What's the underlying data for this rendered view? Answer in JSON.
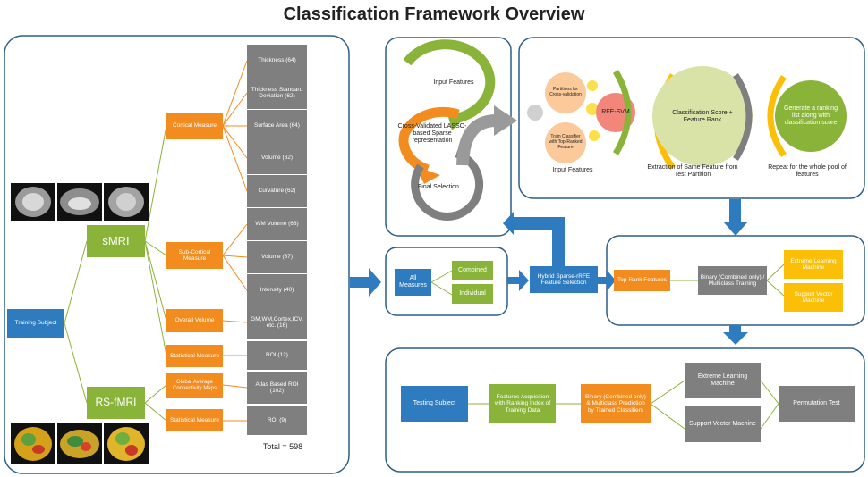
{
  "title": "Classification Framework Overview",
  "colors": {
    "frame": "#2c5f8a",
    "blue": "#2e7cbf",
    "green": "#8ab339",
    "orange": "#f28c1e",
    "gray": "#7f7f7f",
    "yellow": "#fbbf08",
    "peach": "#fbc99a",
    "salmon": "#f2867b",
    "olive": "#d9e3a8"
  },
  "left_panel": {
    "training_subject": "Training Subject",
    "smri": "sMRI",
    "rsfmri": "RS-fMRI",
    "cortical": "Cortical Measure",
    "subcortical": "Sub-Cortical Measure",
    "overall_volume": "Overall Volume",
    "statistical_1": "Statistical Measure",
    "global_avg": "Global Average Connectivity Maps",
    "statistical_2": "Statistical Measure",
    "features": [
      "Thickness (64)",
      "Thickness Standard Deviation (62)",
      "Surface Area (64)",
      "Volume (62)",
      "Curvature (62)",
      "WM Volume (68)",
      "Volume (37)",
      "Intensity (40)",
      "GM,WM,Cortex,ICV, etc. (16)",
      "ROI (12)",
      "Atlas Based ROI (102)",
      "ROI (9)"
    ],
    "total": "Total = 598"
  },
  "lasso_panel": {
    "input_features": "Input Features",
    "cv_lasso": "Cross-Validated LASSO-based Sparse representation",
    "final_selection": "Final Selection"
  },
  "rfe_panel": {
    "partitions": "Partitions for Cross-validation",
    "train_classifier": "Train Classifier with Top-Ranked Feature",
    "rfe_svm": "RFE-SVM",
    "classification_score": "Classification Score + Feature Rank",
    "generate_ranking": "Generate a ranking list along with classification score",
    "input_features": "Input Features",
    "extraction": "Extraction of Same Feature from Test Partition",
    "repeat": "Repeat for the whole pool of features"
  },
  "measures_panel": {
    "all_measures": "All Measures",
    "combined": "Combined",
    "individual": "Individual"
  },
  "hybrid": "Hybrid Sparse-rRFE Feature Selection",
  "training_panel": {
    "top_rank": "Top Rank Features",
    "binary": "Binary (Combined only) / Multiclass Training",
    "elm": "Extreme Learning Machine",
    "svm": "Support Vector Machine"
  },
  "testing_panel": {
    "testing_subject": "Testing Subject",
    "features_acq": "Features Acquisition with Ranking Index of Training Data",
    "binary_pred": "Binary (Combined only) & Multiclass Prediction by Trained Classifiers",
    "elm": "Extreme Learning Machine",
    "svm": "Support Vector Machine",
    "permutation": "Permutation Test"
  }
}
